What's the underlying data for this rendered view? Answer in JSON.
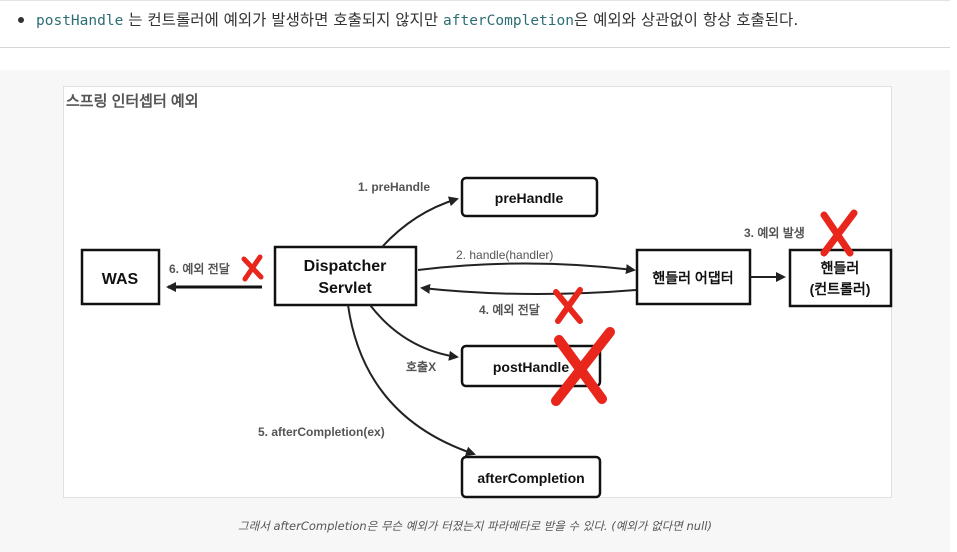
{
  "bullet": {
    "code1": "postHandle",
    "text1": " 는 컨트롤러에 예외가 발생하면 호출되지 않지만 ",
    "code2": "afterCompletion",
    "text2": "은 예외와 상관없이 항상 호출된다."
  },
  "diagram": {
    "title": "스프링 인터셉터 예외",
    "boxes": {
      "was": "WAS",
      "dispatcher_line1": "Dispatcher",
      "dispatcher_line2": "Servlet",
      "prehandle": "preHandle",
      "adapter": "핸들러 어댑터",
      "handler_line1": "핸들러",
      "handler_line2": "(컨트롤러)",
      "posthandle": "postHandle",
      "aftercompletion": "afterCompletion"
    },
    "labels": {
      "step1": "1. preHandle",
      "step2": "2. handle(handler)",
      "step3": "3. 예외 발생",
      "step4": "4. 예외 전달",
      "step5": "5. afterCompletion(ex)",
      "step6": "6. 예외 전달",
      "not_called": "호출X"
    },
    "colors": {
      "cross": "#e8261c",
      "arrow": "#222222",
      "box_border": "#111111"
    }
  },
  "caption": "그래서 afterCompletion은 무슨 예외가 터졌는지 파라메타로 받을 수 있다. (예외가 없다면 null)"
}
